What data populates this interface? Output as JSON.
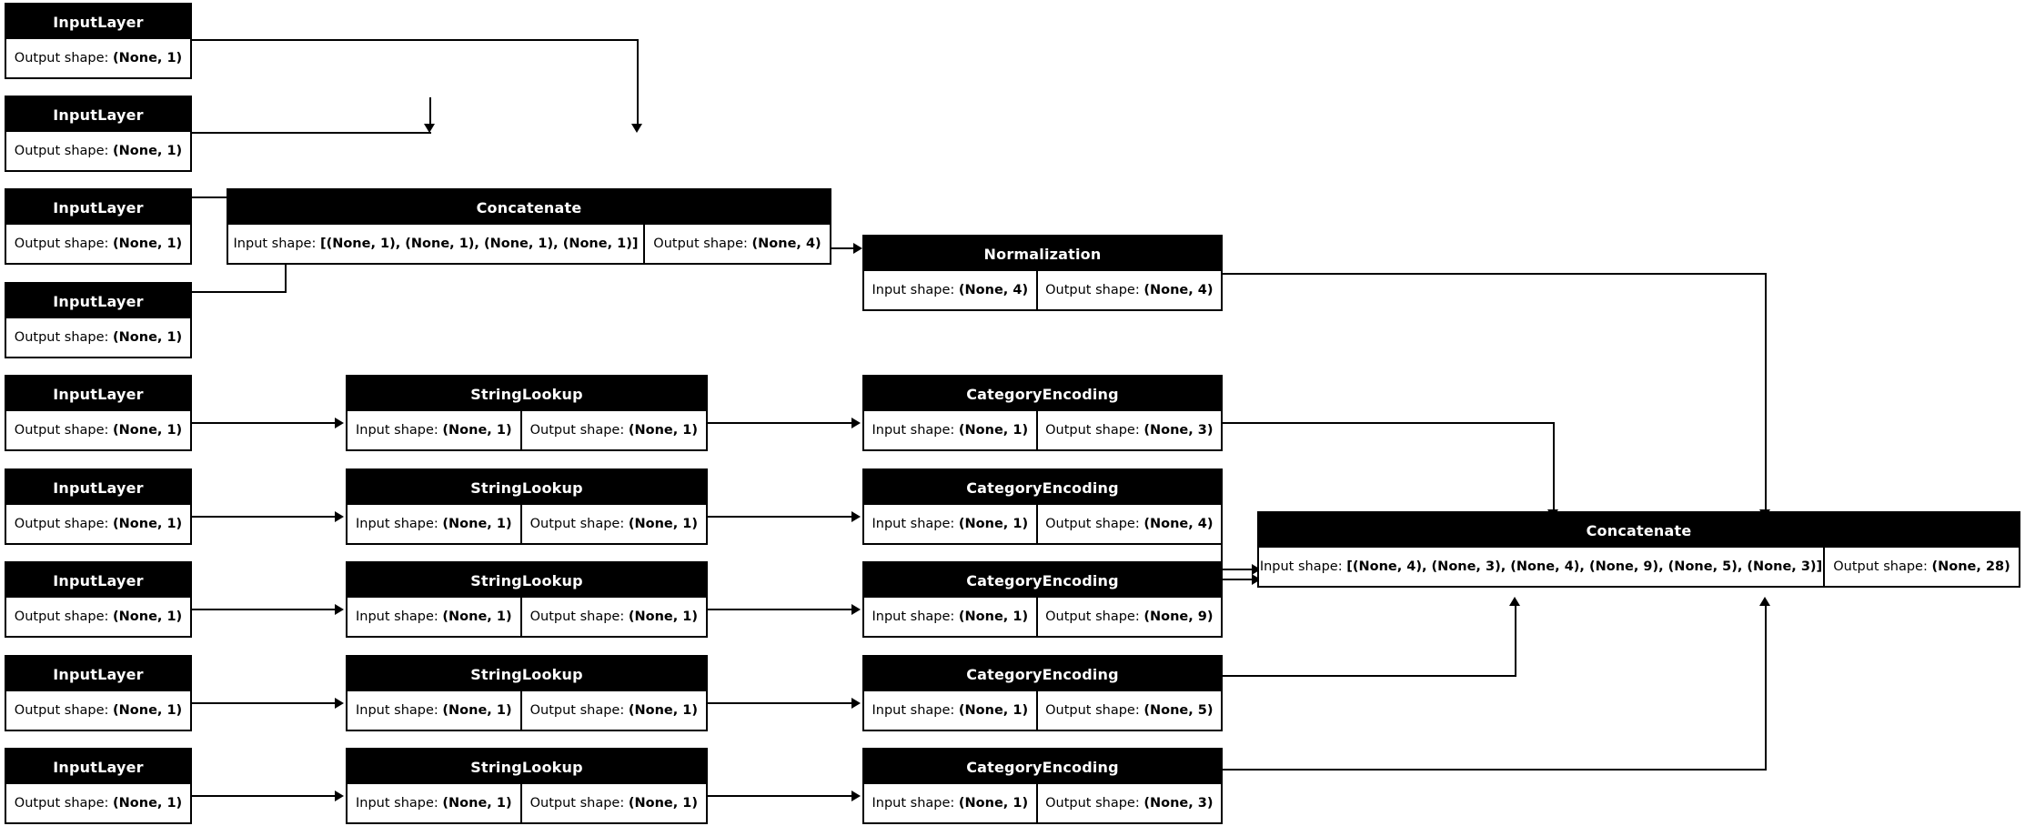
{
  "diagram": {
    "title": "Keras functional model plot",
    "labels": {
      "input_shape": "Input shape:",
      "output_shape": "Output shape:"
    },
    "nodes": [
      {
        "id": "input_1",
        "type": "InputLayer",
        "output_shape": "(None, 1)"
      },
      {
        "id": "input_2",
        "type": "InputLayer",
        "output_shape": "(None, 1)"
      },
      {
        "id": "input_3",
        "type": "InputLayer",
        "output_shape": "(None, 1)"
      },
      {
        "id": "input_4",
        "type": "InputLayer",
        "output_shape": "(None, 1)"
      },
      {
        "id": "input_5",
        "type": "InputLayer",
        "output_shape": "(None, 1)"
      },
      {
        "id": "input_6",
        "type": "InputLayer",
        "output_shape": "(None, 1)"
      },
      {
        "id": "input_7",
        "type": "InputLayer",
        "output_shape": "(None, 1)"
      },
      {
        "id": "input_8",
        "type": "InputLayer",
        "output_shape": "(None, 1)"
      },
      {
        "id": "input_9",
        "type": "InputLayer",
        "output_shape": "(None, 1)"
      },
      {
        "id": "concat_num",
        "type": "Concatenate",
        "input_shape": "[(None, 1), (None, 1), (None, 1), (None, 1)]",
        "output_shape": "(None, 4)"
      },
      {
        "id": "normalization",
        "type": "Normalization",
        "input_shape": "(None, 4)",
        "output_shape": "(None, 4)"
      },
      {
        "id": "lookup_1",
        "type": "StringLookup",
        "input_shape": "(None, 1)",
        "output_shape": "(None, 1)"
      },
      {
        "id": "lookup_2",
        "type": "StringLookup",
        "input_shape": "(None, 1)",
        "output_shape": "(None, 1)"
      },
      {
        "id": "lookup_3",
        "type": "StringLookup",
        "input_shape": "(None, 1)",
        "output_shape": "(None, 1)"
      },
      {
        "id": "lookup_4",
        "type": "StringLookup",
        "input_shape": "(None, 1)",
        "output_shape": "(None, 1)"
      },
      {
        "id": "lookup_5",
        "type": "StringLookup",
        "input_shape": "(None, 1)",
        "output_shape": "(None, 1)"
      },
      {
        "id": "encoding_1",
        "type": "CategoryEncoding",
        "input_shape": "(None, 1)",
        "output_shape": "(None, 3)"
      },
      {
        "id": "encoding_2",
        "type": "CategoryEncoding",
        "input_shape": "(None, 1)",
        "output_shape": "(None, 4)"
      },
      {
        "id": "encoding_3",
        "type": "CategoryEncoding",
        "input_shape": "(None, 1)",
        "output_shape": "(None, 9)"
      },
      {
        "id": "encoding_4",
        "type": "CategoryEncoding",
        "input_shape": "(None, 1)",
        "output_shape": "(None, 5)"
      },
      {
        "id": "encoding_5",
        "type": "CategoryEncoding",
        "input_shape": "(None, 1)",
        "output_shape": "(None, 3)"
      },
      {
        "id": "concat_all",
        "type": "Concatenate",
        "input_shape": "[(None, 4), (None, 3), (None, 4), (None, 9), (None, 5), (None, 3)]",
        "output_shape": "(None, 28)"
      }
    ]
  },
  "colors": {
    "node_header_bg": "#000000",
    "node_header_text": "#ffffff",
    "node_body_bg": "#ffffff",
    "node_body_text": "#000000",
    "edge": "#000000",
    "canvas": "#ffffff"
  }
}
